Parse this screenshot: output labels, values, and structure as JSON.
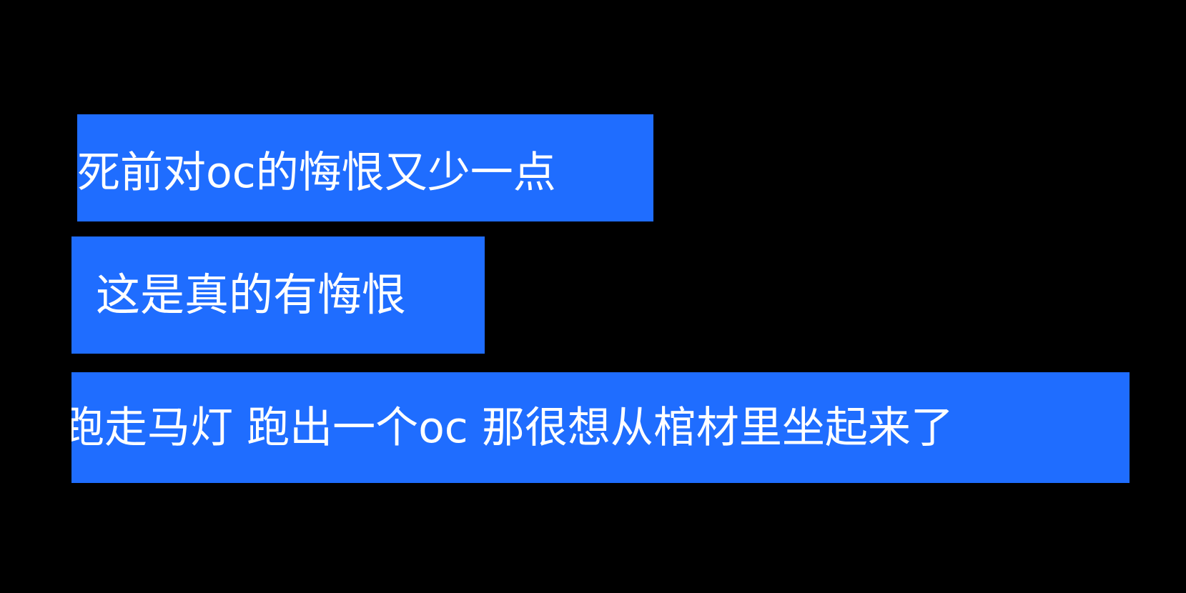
{
  "theme": {
    "background": "#000000",
    "highlight": "#1f6dff",
    "text": "#ffffff"
  },
  "captions": [
    {
      "text": "死前对oc的悔恨又少一点"
    },
    {
      "text": "这是真的有悔恨"
    },
    {
      "text": "跑走马灯 跑出一个oc 那很想从棺材里坐起来了"
    }
  ]
}
